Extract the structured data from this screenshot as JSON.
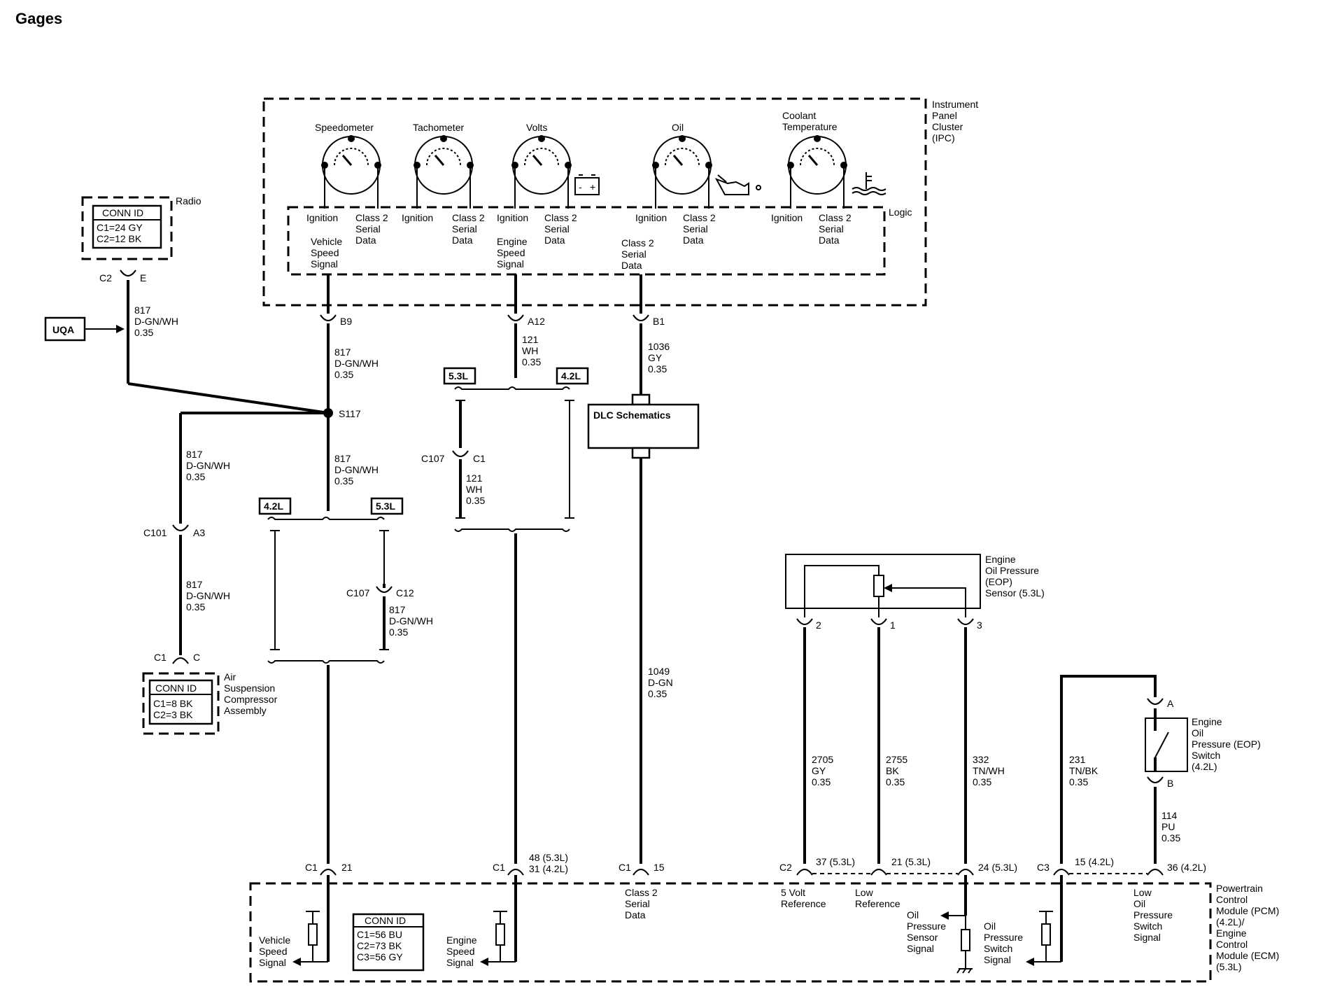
{
  "title": "Gages",
  "ipc": {
    "label": "Instrument Panel Cluster (IPC)",
    "logic": "Logic",
    "gauges": [
      {
        "name": "Speedometer",
        "left": "Ignition",
        "right": "Class 2 Serial Data"
      },
      {
        "name": "Tachometer",
        "left": "Ignition",
        "right": "Class 2 Serial Data"
      },
      {
        "name": "Volts",
        "left": "Ignition",
        "right": "Class 2 Serial Data"
      },
      {
        "name": "Oil",
        "left": "Ignition",
        "right": "Class 2 Serial Data"
      },
      {
        "name": "Coolant Temperature",
        "left": "Ignition",
        "right": "Class 2 Serial Data"
      }
    ],
    "outputs": [
      "Vehicle Speed Signal",
      "Engine Speed Signal",
      "Class 2 Serial Data"
    ],
    "pins": [
      "B9",
      "A12",
      "B1"
    ]
  },
  "radio": {
    "label": "Radio",
    "conn_id": "CONN ID",
    "c1": "C1=24 GY",
    "c2": "C2=12 BK",
    "conn": "C2",
    "pin": "E"
  },
  "uqa": "UQA",
  "air": {
    "label": "Air Suspension Compressor Assembly",
    "conn_id": "CONN ID",
    "c1": "C1=8 BK",
    "c2": "C2=3 BK",
    "conn": "C1",
    "pin": "C"
  },
  "wires": {
    "w817": {
      "num": "817",
      "color": "D-GN/WH",
      "gauge": "0.35"
    },
    "w121": {
      "num": "121",
      "color": "WH",
      "gauge": "0.35"
    },
    "w1036": {
      "num": "1036",
      "color": "GY",
      "gauge": "0.35"
    },
    "w1049": {
      "num": "1049",
      "color": "D-GN",
      "gauge": "0.35"
    },
    "w2705": {
      "num": "2705",
      "color": "GY",
      "gauge": "0.35"
    },
    "w2755": {
      "num": "2755",
      "color": "BK",
      "gauge": "0.35"
    },
    "w332": {
      "num": "332",
      "color": "TN/WH",
      "gauge": "0.35"
    },
    "w231": {
      "num": "231",
      "color": "TN/BK",
      "gauge": "0.35"
    },
    "w114": {
      "num": "114",
      "color": "PU",
      "gauge": "0.35"
    }
  },
  "splice": "S117",
  "connectors": {
    "c101": "C101",
    "a3": "A3",
    "c107": "C107",
    "c12": "C12",
    "c1": "C1",
    "c2": "C2",
    "c3": "C3"
  },
  "options": {
    "l53": "5.3L",
    "l42": "4.2L"
  },
  "dlc": "DLC Schematics",
  "eop_sensor": {
    "label": "Engine Oil Pressure (EOP) Sensor (5.3L)",
    "pins": [
      "2",
      "1",
      "3"
    ]
  },
  "eop_switch": {
    "label": "Engine Oil Pressure (EOP) Switch (4.2L)",
    "a": "A",
    "b": "B"
  },
  "pcm": {
    "label": "Powertrain Control Module (PCM) (4.2L)/ Engine Control Module (ECM) (5.3L)",
    "conn_id": "CONN ID",
    "c1": "C1=56 BU",
    "c2": "C2=73 BK",
    "c3": "C3=56 GY",
    "pins": {
      "p21": "21",
      "p48": "48 (5.3L)",
      "p31": "31 (4.2L)",
      "p15": "15",
      "p37": "37 (5.3L)",
      "p21b": "21 (5.3L)",
      "p24": "24 (5.3L)",
      "p15b": "15 (4.2L)",
      "p36": "36 (4.2L)"
    },
    "labels": [
      "Vehicle Speed Signal",
      "Engine Speed Signal",
      "Class 2 Serial Data",
      "5 Volt Reference",
      "Low Reference",
      "Oil Pressure Sensor Signal",
      "Oil Pressure Switch Signal",
      "Low Oil Pressure Switch Signal"
    ]
  }
}
